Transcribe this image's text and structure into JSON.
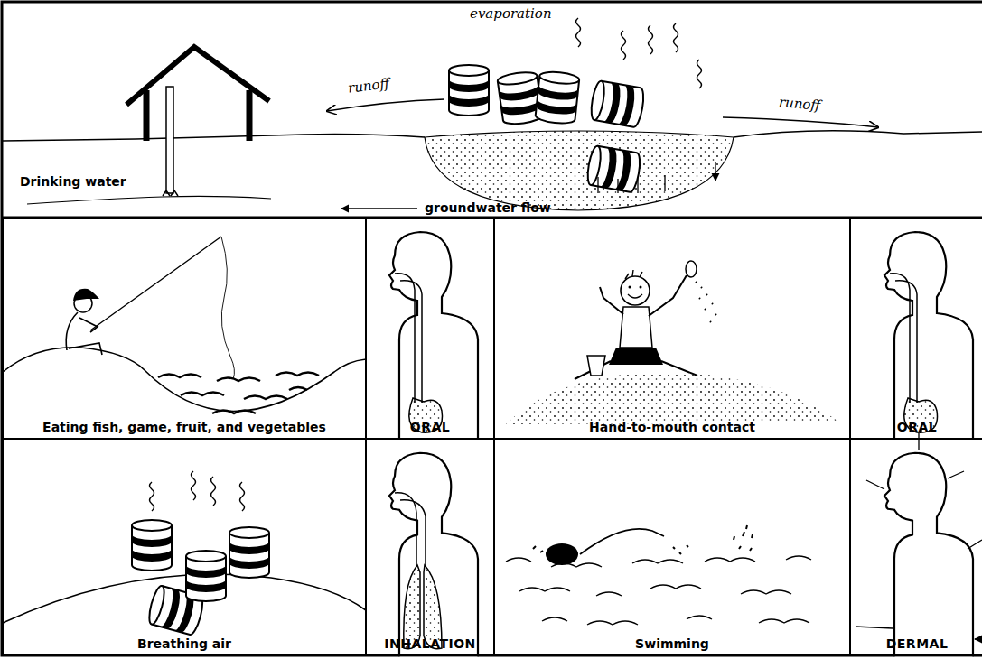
{
  "diagram": {
    "nodes": [
      {
        "text": [
          "Eating fish, game, fruit, and vegetables"
        ]
      },
      {
        "text": [
          "ORAL"
        ]
      },
      {
        "text": [
          "Hand-to-mouth contact"
        ]
      },
      {
        "text": [
          "ORAL"
        ]
      },
      {
        "text": [
          "Breathing air"
        ]
      },
      {
        "text": [
          "INHALATION"
        ]
      },
      {
        "text": [
          "Swimming"
        ]
      },
      {
        "text": [
          "DERMAL"
        ]
      }
    ],
    "labels": [
      "evaporation",
      "runoff",
      "runoff",
      "Drinking water",
      "groundwater flow"
    ]
  }
}
